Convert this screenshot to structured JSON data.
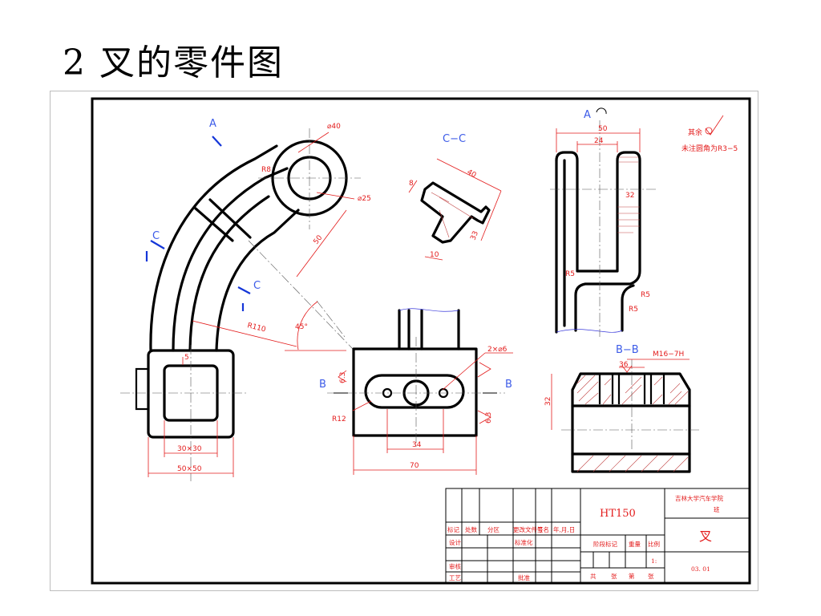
{
  "slide": {
    "title": "2  叉的零件图"
  },
  "views": {
    "section_a": "A",
    "section_c_left": "C",
    "section_c_right": "C",
    "cc_title": "C−C",
    "a_view": "A",
    "bb_title": "B−B",
    "b_left": "B",
    "b_right": "B"
  },
  "dimensions": {
    "d40": "⌀40",
    "d25": "⌀25",
    "r8": "R8",
    "r110": "R110",
    "l50_diag": "50",
    "ang45": "45°",
    "d5": "5",
    "s30x30": "30×30",
    "s50x50": "50×50",
    "cc_40": "40",
    "cc_8": "8",
    "cc_33": "33",
    "cc_10": "10",
    "a_50": "50",
    "a_24": "24",
    "a_32": "32",
    "a_r5_1": "R5",
    "a_r5_2": "R5",
    "a_r5_3": "R5",
    "b_2xd6": "2×⌀6",
    "b_63_left": "6.3",
    "b_63_right": "6.3",
    "b_r12": "R12",
    "b_34": "34",
    "b_70": "70",
    "bb_m16": "M16−7H",
    "bb_36": "36",
    "bb_32": "32"
  },
  "notes": {
    "roughness": "其余",
    "fillet": "未注圆角为R3−5"
  },
  "title_block": {
    "material": "HT150",
    "school_line1": "吉林大学汽车学院",
    "school_line2": "班",
    "part_name": "叉",
    "drawing_no": "03. 01",
    "scale_value": "1:",
    "h_mark": "标记",
    "h_count": "处数",
    "h_zone": "分区",
    "h_change": "更改文件号",
    "h_sign": "签名",
    "h_date": "年,月,日",
    "r_design": "设计",
    "r_standard": "标准化",
    "r_stage": "阶段标记",
    "r_weight": "重量",
    "r_scale": "比例",
    "r_review": "审核",
    "r_process": "工艺",
    "r_approve": "批准",
    "r_total": "共",
    "r_sheets": "张",
    "r_number": "第",
    "r_sheet": "张"
  }
}
